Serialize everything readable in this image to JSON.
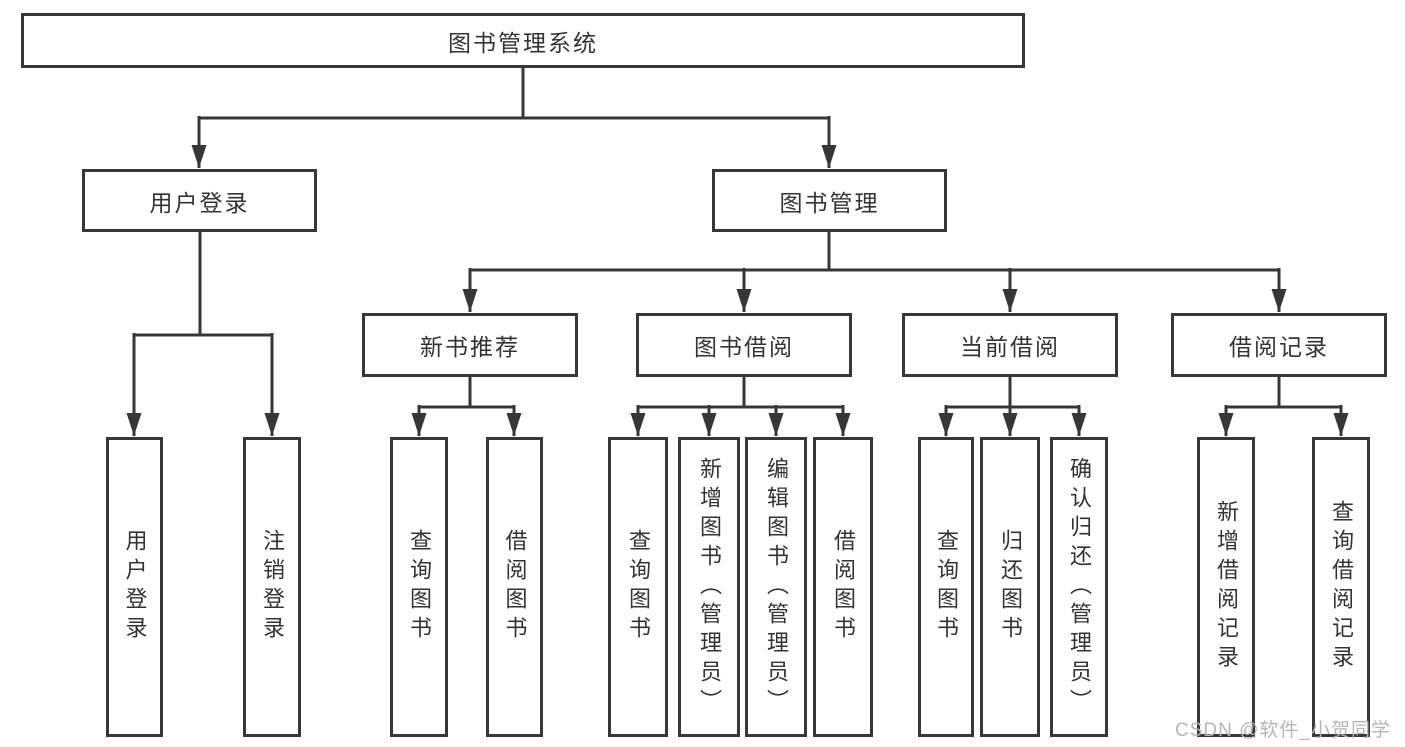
{
  "tree": {
    "label": "图书管理系统",
    "children": [
      {
        "label": "用户登录",
        "children": [
          {
            "label": "用户登录"
          },
          {
            "label": "注销登录"
          }
        ]
      },
      {
        "label": "图书管理",
        "children": [
          {
            "label": "新书推荐",
            "children": [
              {
                "label": "查询图书"
              },
              {
                "label": "借阅图书"
              }
            ]
          },
          {
            "label": "图书借阅",
            "children": [
              {
                "label": "查询图书"
              },
              {
                "label": "新增图书（管理员）"
              },
              {
                "label": "编辑图书（管理员）"
              },
              {
                "label": "借阅图书"
              }
            ]
          },
          {
            "label": "当前借阅",
            "children": [
              {
                "label": "查询图书"
              },
              {
                "label": "归还图书"
              },
              {
                "label": "确认归还（管理员）"
              }
            ]
          },
          {
            "label": "借阅记录",
            "children": [
              {
                "label": "新增借阅记录"
              },
              {
                "label": "查询借阅记录"
              }
            ]
          }
        ]
      }
    ]
  },
  "watermark": {
    "text": "CSDN @软件_小贺同学"
  },
  "colors": {
    "line": "#373737",
    "text": "#333333",
    "watermark": "#b6b6b6",
    "background": "#ffffff"
  }
}
